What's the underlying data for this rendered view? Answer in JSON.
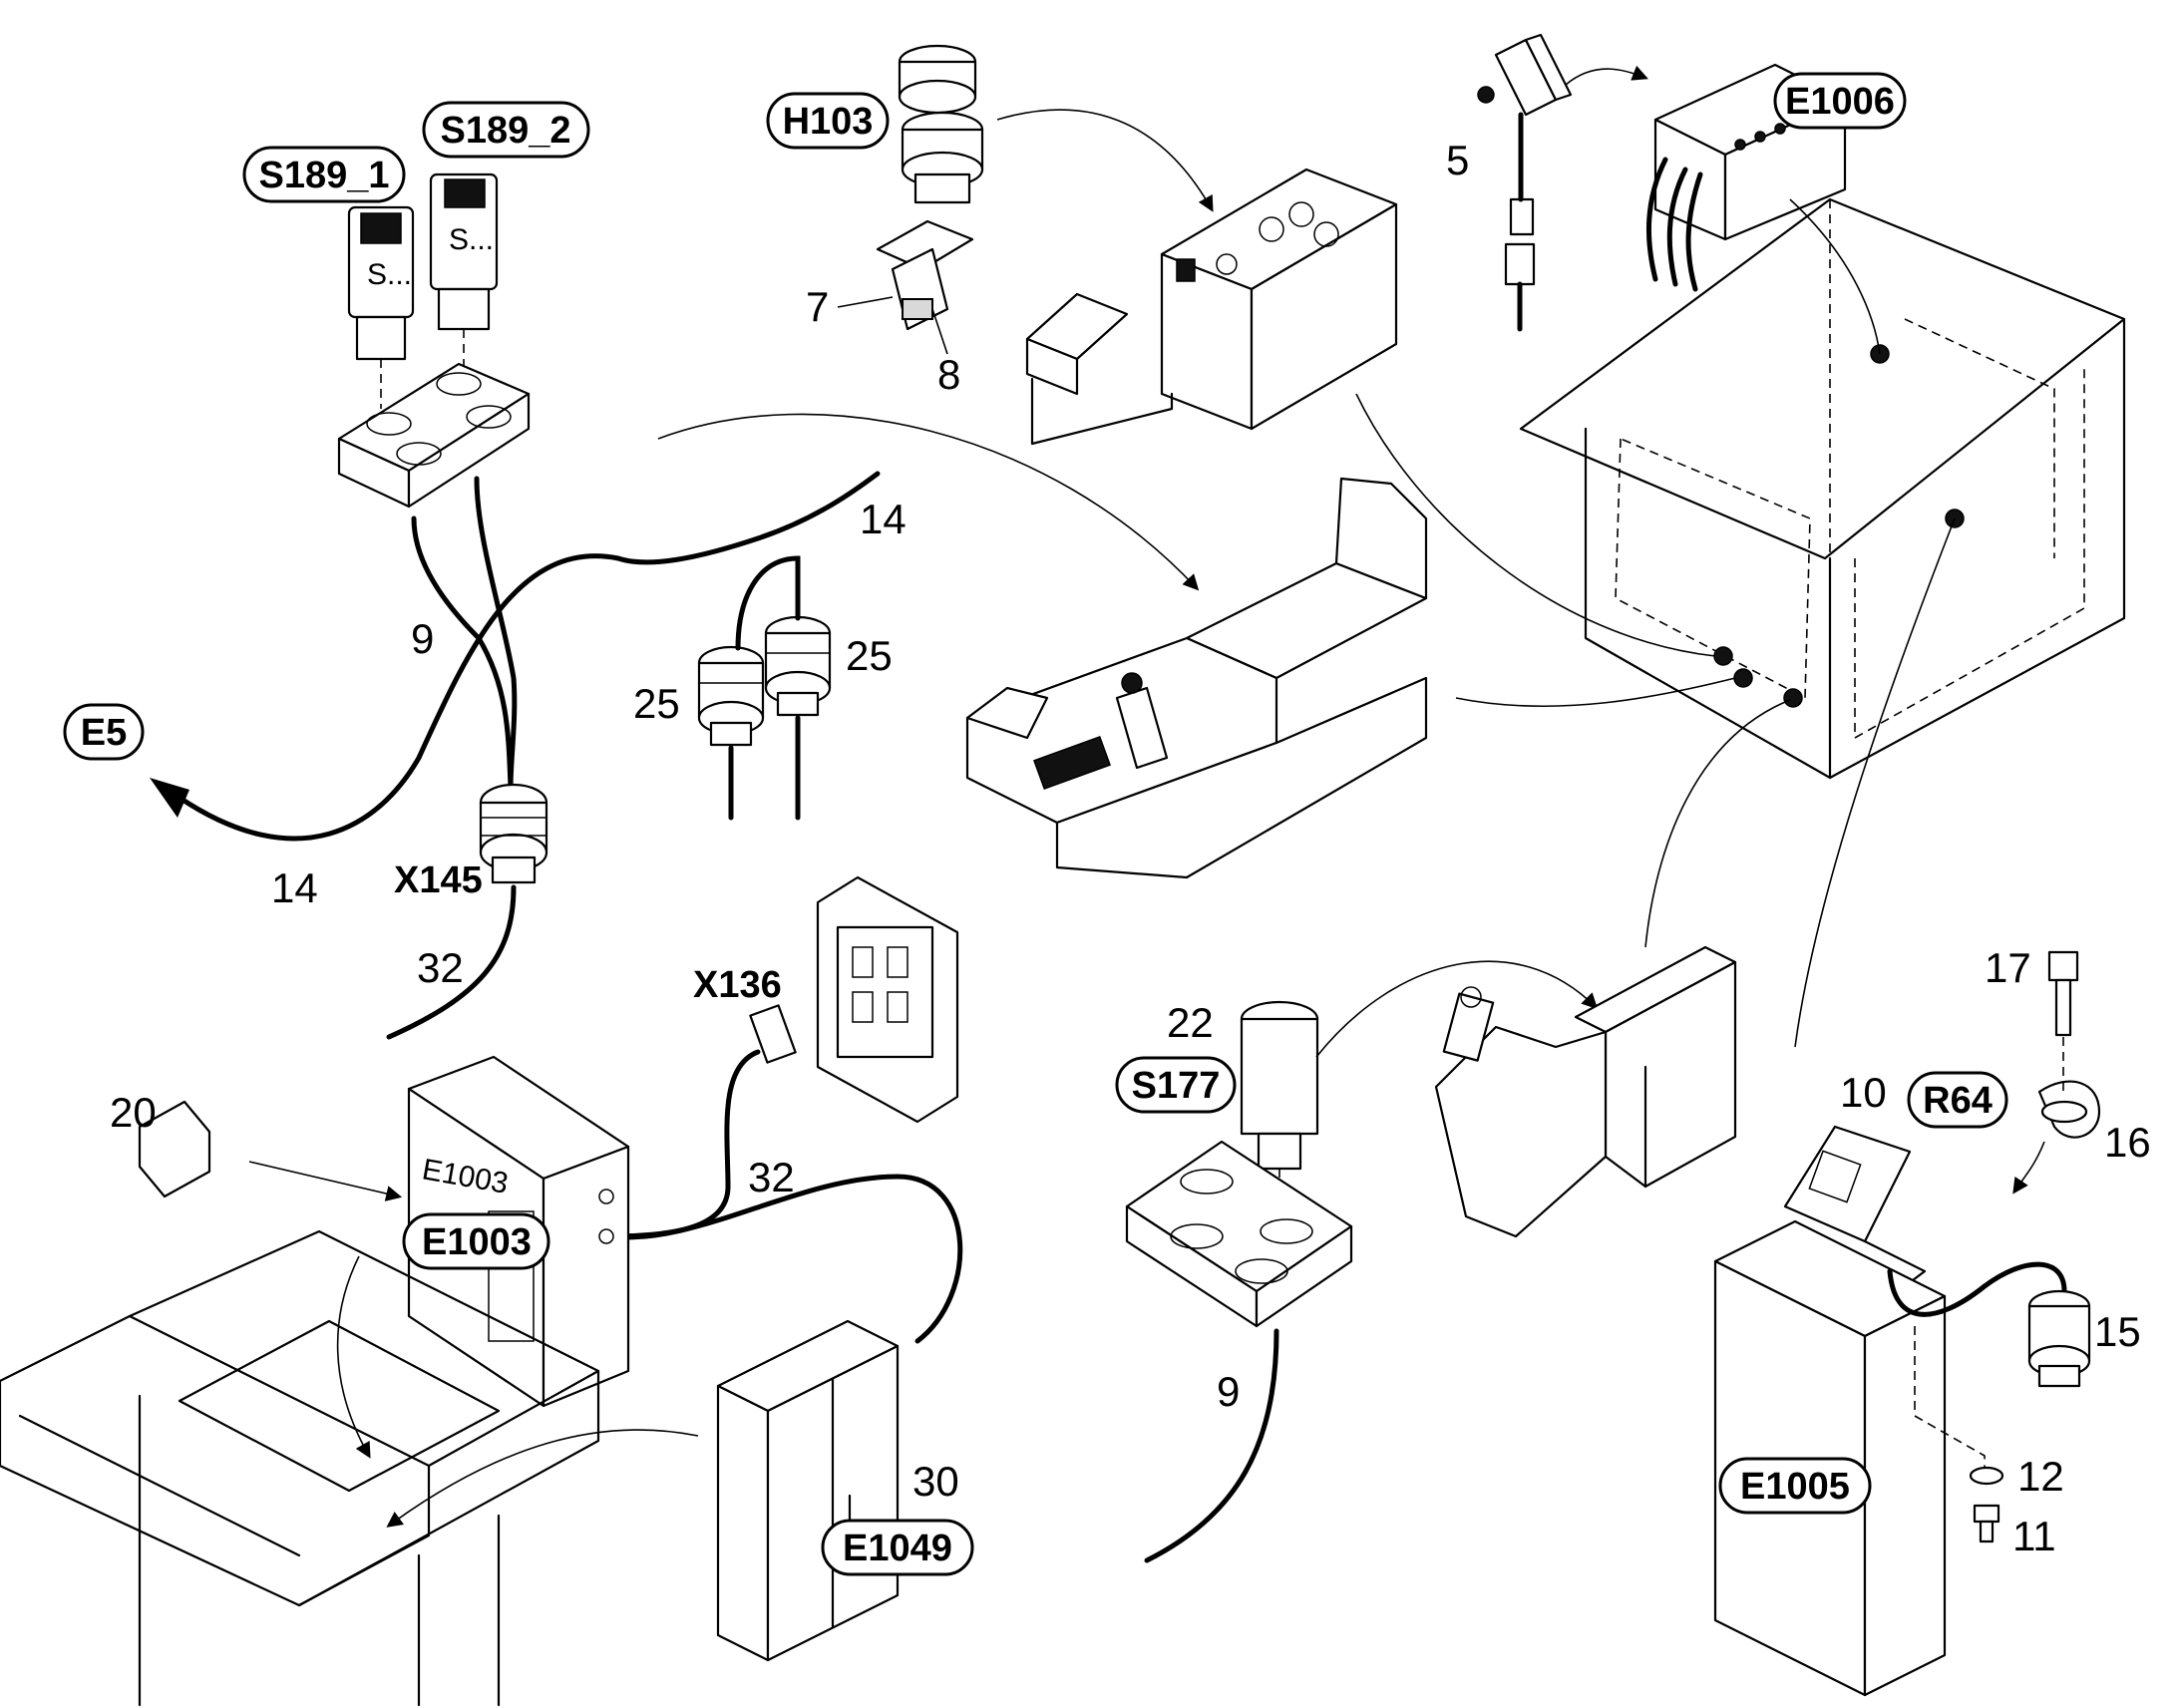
{
  "tags": {
    "s189_1": "S189_1",
    "s189_2": "S189_2",
    "h103": "H103",
    "e1006": "E1006",
    "e5": "E5",
    "e1003": "E1003",
    "e1049": "E1049",
    "s177": "S177",
    "r64": "R64",
    "e1005": "E1005",
    "x145": "X145",
    "x136": "X136"
  },
  "callouts": {
    "n5": "5",
    "n7": "7",
    "n8": "8",
    "n9_top": "9",
    "n14_mid": "14",
    "n14_left": "14",
    "n25_left": "25",
    "n25_right": "25",
    "n32_left": "32",
    "n32_mid": "32",
    "n20": "20",
    "n30": "30",
    "n22": "22",
    "n9_bottom": "9",
    "n10": "10",
    "n17": "17",
    "n16": "16",
    "n15": "15",
    "n12": "12",
    "n11": "11"
  },
  "part_print": {
    "e1003_box_label": "E1003",
    "switch_marking": "S..."
  },
  "icons": {
    "callout_arrow": "arrow-icon",
    "connector_plug": "connector-icon",
    "rotary_switch": "key-switch-icon"
  }
}
